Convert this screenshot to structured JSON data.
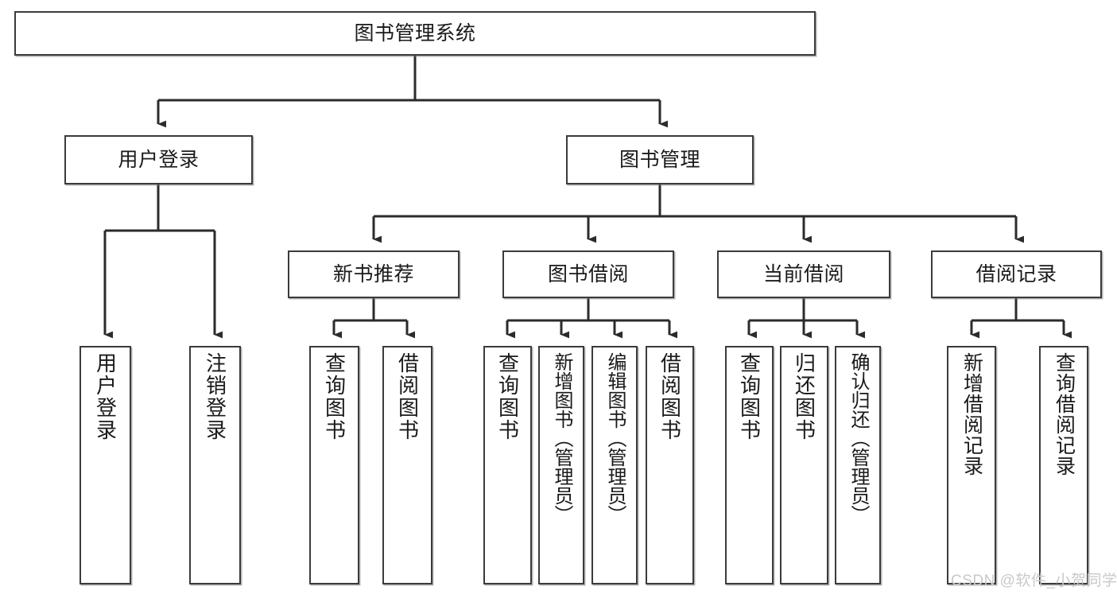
{
  "diagram": {
    "title": "图书管理系统",
    "type": "hierarchy-tree",
    "watermark": "CSDN @软件_小贺同学",
    "colors": {
      "box_border": "#3b3b3b",
      "box_fill": "#ffffff",
      "connector": "#2b2b2b",
      "text": "#1a1a1a",
      "watermark": "#c9c9c9"
    },
    "levels": {
      "root": {
        "label": "图书管理系统"
      },
      "modules": [
        {
          "label": "用户登录"
        },
        {
          "label": "图书管理"
        }
      ],
      "submodules": [
        {
          "label": "新书推荐"
        },
        {
          "label": "图书借阅"
        },
        {
          "label": "当前借阅"
        },
        {
          "label": "借阅记录"
        }
      ],
      "leaves": [
        {
          "label": "用户登录",
          "parent": "用户登录"
        },
        {
          "label": "注销登录",
          "parent": "用户登录"
        },
        {
          "label": "查询图书",
          "parent": "新书推荐"
        },
        {
          "label": "借阅图书",
          "parent": "新书推荐"
        },
        {
          "label": "查询图书",
          "parent": "图书借阅"
        },
        {
          "label": "新增图书（管理员）",
          "parent": "图书借阅"
        },
        {
          "label": "编辑图书（管理员）",
          "parent": "图书借阅"
        },
        {
          "label": "借阅图书",
          "parent": "图书借阅"
        },
        {
          "label": "查询图书",
          "parent": "当前借阅"
        },
        {
          "label": "归还图书",
          "parent": "当前借阅"
        },
        {
          "label": "确认归还（管理员）",
          "parent": "当前借阅"
        },
        {
          "label": "新增借阅记录",
          "parent": "借阅记录"
        },
        {
          "label": "查询借阅记录",
          "parent": "借阅记录"
        }
      ]
    }
  }
}
